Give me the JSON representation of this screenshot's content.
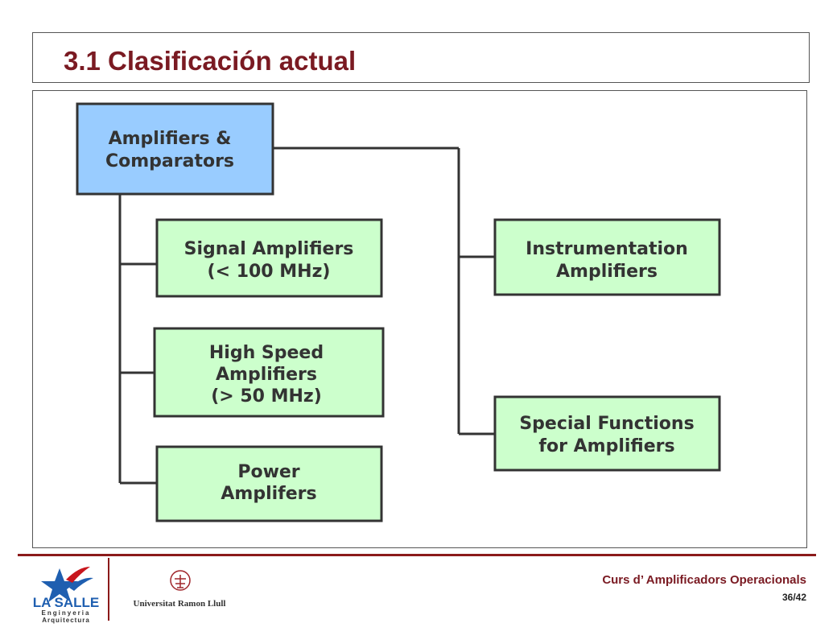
{
  "slide": {
    "title": "3.1 Clasificación actual",
    "course": "Curs d’ Amplificadors Operacionals",
    "page": "36/42"
  },
  "logos": {
    "lasalle_name": "LA SALLE",
    "lasalle_sub1": "Enginyeria",
    "lasalle_sub2": "Arquitectura",
    "university": "Universitat Ramon Llull"
  },
  "diagram": {
    "root": {
      "lines": [
        "Amplifiers &",
        "Comparators"
      ],
      "fill": "#99ccff"
    },
    "left_children": [
      {
        "lines": [
          "Signal Amplifiers",
          "(< 100 MHz)"
        ]
      },
      {
        "lines": [
          "High Speed",
          "Amplifiers",
          "(> 50 MHz)"
        ]
      },
      {
        "lines": [
          "Power",
          "Amplifers"
        ]
      }
    ],
    "right_children": [
      {
        "lines": [
          "Instrumentation",
          "Amplifiers"
        ]
      },
      {
        "lines": [
          "Special Functions",
          "for Amplifiers"
        ]
      }
    ],
    "child_fill": "#ccffcc",
    "border_color": "#333333"
  }
}
